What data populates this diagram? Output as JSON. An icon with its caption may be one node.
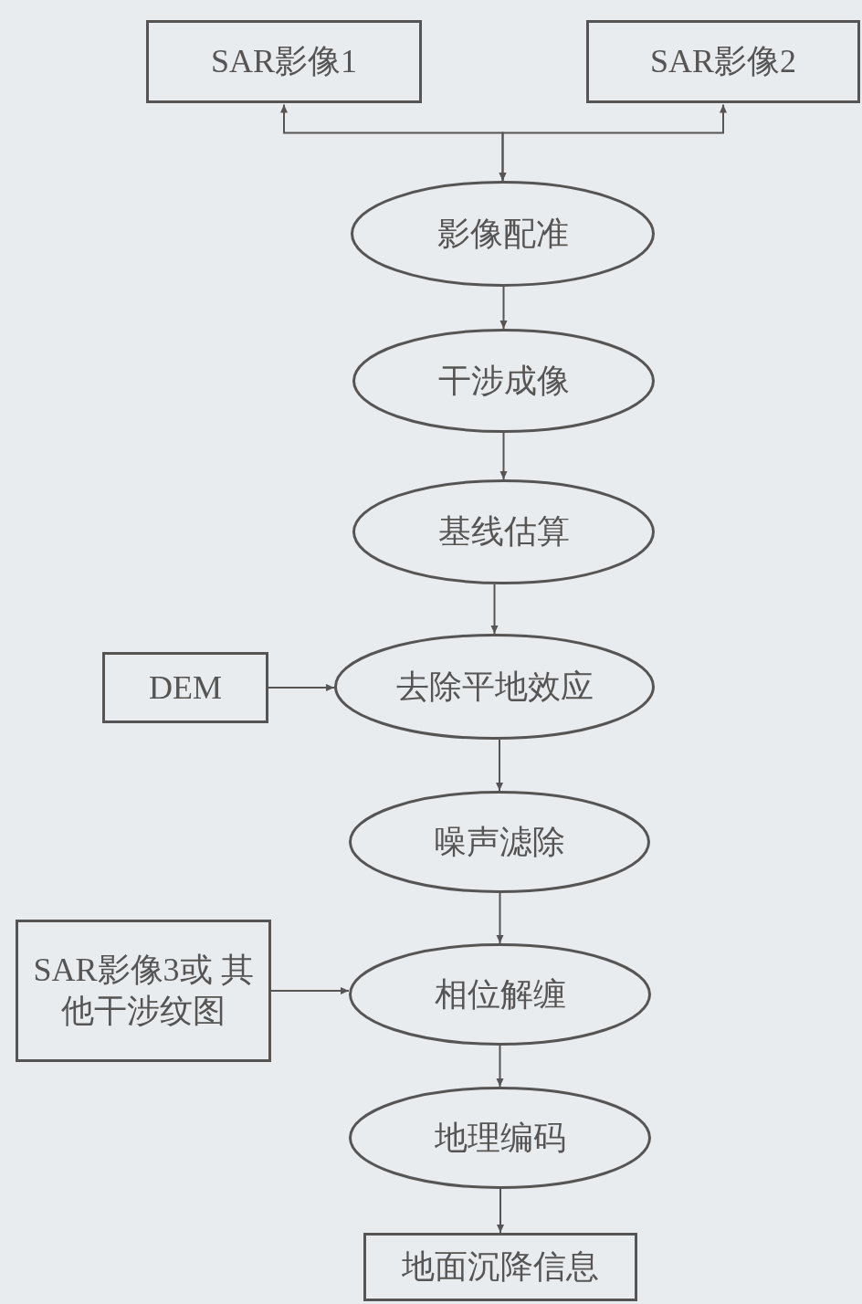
{
  "diagram": {
    "nodes": [
      {
        "text": [
          "SAR影像1"
        ]
      },
      {
        "text": [
          "SAR影像2"
        ]
      },
      {
        "text": [
          "影像配准"
        ]
      },
      {
        "text": [
          "干涉成像"
        ]
      },
      {
        "text": [
          "基线估算"
        ]
      },
      {
        "text": [
          "DEM"
        ]
      },
      {
        "text": [
          "去除平地效应"
        ]
      },
      {
        "text": [
          "噪声滤除"
        ]
      },
      {
        "text": [
          "SAR影像3或 其他干涉纹图"
        ]
      },
      {
        "text": [
          "相位解缠"
        ]
      },
      {
        "text": [
          "地理编码"
        ]
      },
      {
        "text": [
          "地面沉降信息"
        ]
      }
    ],
    "edges": [
      {
        "from": 0,
        "to": 2,
        "arrow": "both"
      },
      {
        "from": 1,
        "to": 2,
        "arrow": "both"
      },
      {
        "from": 2,
        "to": 3,
        "arrow": "to"
      },
      {
        "from": 3,
        "to": 4,
        "arrow": "to"
      },
      {
        "from": 4,
        "to": 6,
        "arrow": "to"
      },
      {
        "from": 5,
        "to": 6,
        "arrow": "to"
      },
      {
        "from": 6,
        "to": 7,
        "arrow": "to"
      },
      {
        "from": 7,
        "to": 9,
        "arrow": "to"
      },
      {
        "from": 8,
        "to": 9,
        "arrow": "to"
      },
      {
        "from": 9,
        "to": 10,
        "arrow": "to"
      },
      {
        "from": 10,
        "to": 11,
        "arrow": "to"
      }
    ]
  }
}
